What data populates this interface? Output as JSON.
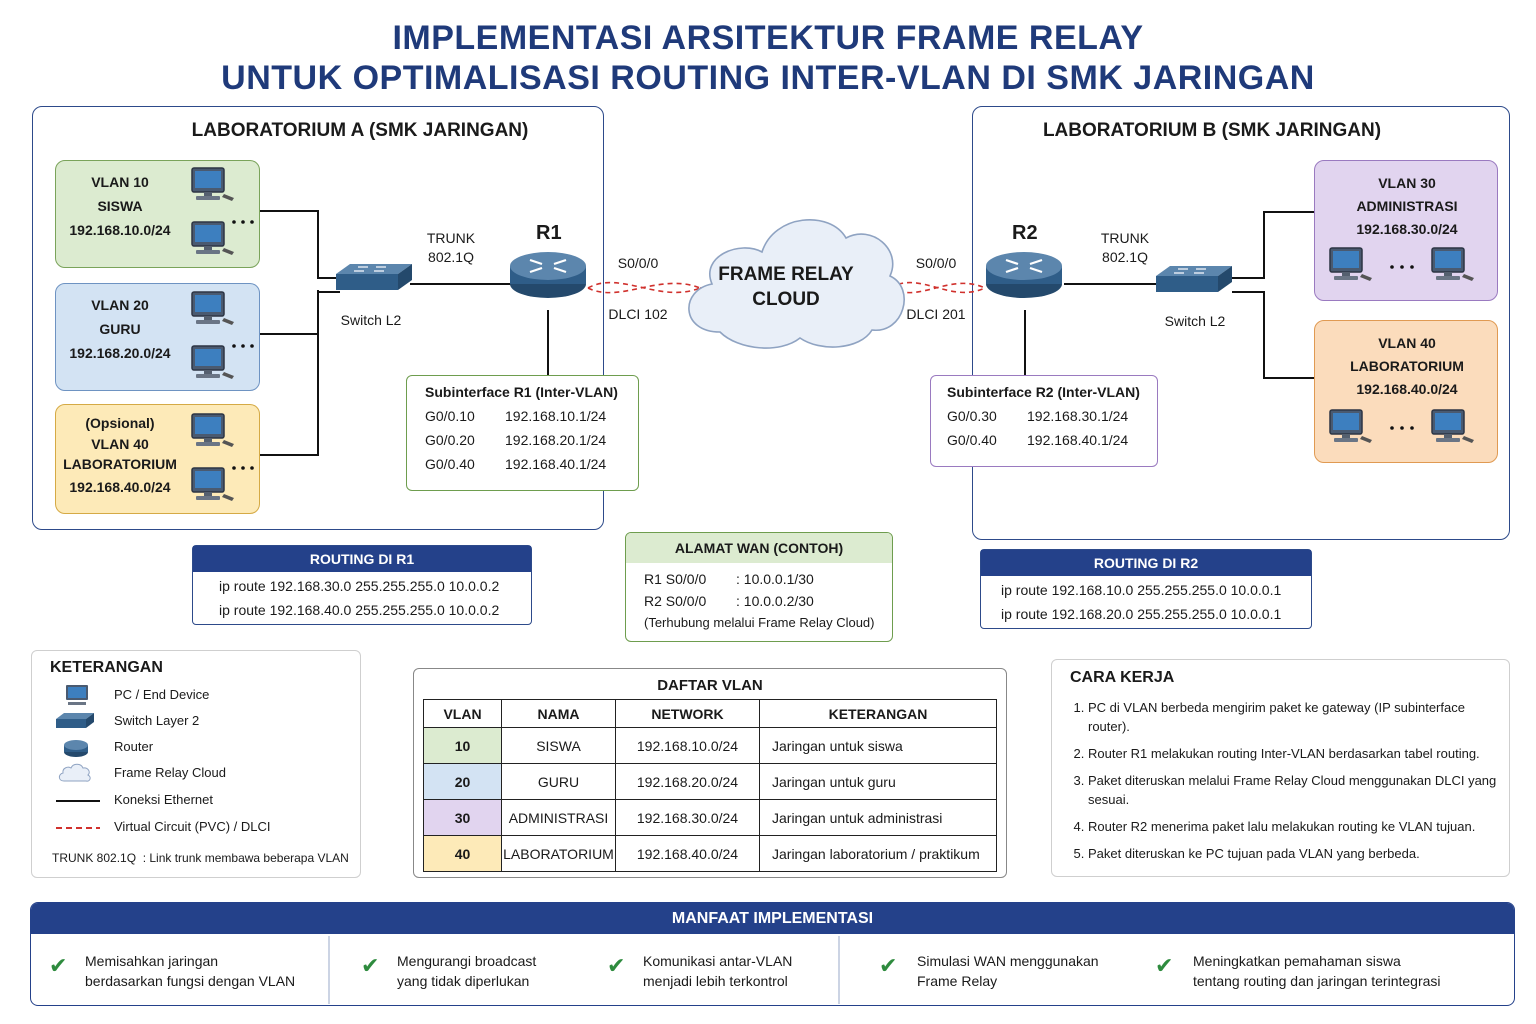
{
  "title": {
    "line1": "IMPLEMENTASI ARSITEKTUR FRAME RELAY",
    "line2": "UNTUK OPTIMALISASI ROUTING INTER-VLAN DI SMK JARINGAN"
  },
  "lab_a": {
    "title": "LABORATORIUM A (SMK JARINGAN)",
    "vlans": [
      {
        "line1": "",
        "name": "VLAN 10",
        "desc": "SISWA",
        "network": "192.168.10.0/24",
        "color": "#dcebd0"
      },
      {
        "line1": "",
        "name": "VLAN 20",
        "desc": "GURU",
        "network": "192.168.20.0/24",
        "color": "#d3e3f3"
      },
      {
        "line1": "(Opsional)",
        "name": "VLAN 40",
        "desc": "LABORATORIUM",
        "network": "192.168.40.0/24",
        "color": "#fdeab8"
      }
    ],
    "switch_label": "Switch L2",
    "trunk_label_1": "TRUNK",
    "trunk_label_2": "802.1Q",
    "router_name": "R1",
    "serial": "S0/0/0",
    "dlci": "DLCI 102",
    "subinterface": {
      "title": "Subinterface R1 (Inter-VLAN)",
      "rows": [
        {
          "if": "G0/0.10",
          "ip": "192.168.10.1/24"
        },
        {
          "if": "G0/0.20",
          "ip": "192.168.20.1/24"
        },
        {
          "if": "G0/0.40",
          "ip": "192.168.40.1/24"
        }
      ]
    }
  },
  "cloud": {
    "line1": "FRAME RELAY",
    "line2": "CLOUD"
  },
  "lab_b": {
    "title": "LABORATORIUM B (SMK JARINGAN)",
    "vlans": [
      {
        "name": "VLAN 30",
        "desc": "ADMINISTRASI",
        "network": "192.168.30.0/24",
        "color": "#e1d4ef"
      },
      {
        "name": "VLAN 40",
        "desc": "LABORATORIUM",
        "network": "192.168.40.0/24",
        "color": "#fbdcbc"
      }
    ],
    "switch_label": "Switch L2",
    "trunk_label_1": "TRUNK",
    "trunk_label_2": "802.1Q",
    "router_name": "R2",
    "serial": "S0/0/0",
    "dlci": "DLCI 201",
    "subinterface": {
      "title": "Subinterface R2 (Inter-VLAN)",
      "rows": [
        {
          "if": "G0/0.30",
          "ip": "192.168.30.1/24"
        },
        {
          "if": "G0/0.40",
          "ip": "192.168.40.1/24"
        }
      ]
    }
  },
  "routing_r1": {
    "title": "ROUTING DI R1",
    "rows": [
      "ip route  192.168.30.0 255.255.255.0 10.0.0.2",
      "ip route  192.168.40.0 255.255.255.0 10.0.0.2"
    ]
  },
  "routing_r2": {
    "title": "ROUTING DI R2",
    "rows": [
      "ip route  192.168.10.0 255.255.255.0 10.0.0.1",
      "ip route  192.168.20.0 255.255.255.0 10.0.0.1"
    ]
  },
  "wan": {
    "title": "ALAMAT WAN (CONTOH)",
    "rows": [
      {
        "k": "R1  S0/0/0",
        "v": ": 10.0.0.1/30"
      },
      {
        "k": "R2  S0/0/0",
        "v": ": 10.0.0.2/30"
      }
    ],
    "note": "(Terhubung melalui Frame Relay Cloud)"
  },
  "legend": {
    "title": "KETERANGAN",
    "items": [
      {
        "icon": "pc-icon",
        "label": "PC / End Device"
      },
      {
        "icon": "switch-icon",
        "label": "Switch Layer 2"
      },
      {
        "icon": "router-icon",
        "label": "Router"
      },
      {
        "icon": "cloud-icon",
        "label": "Frame Relay Cloud"
      },
      {
        "icon": "ethernet-line-icon",
        "label": "Koneksi Ethernet"
      },
      {
        "icon": "pvc-dashed-line-icon",
        "label": "Virtual Circuit (PVC) / DLCI"
      }
    ],
    "trunk_key": "TRUNK 802.1Q",
    "trunk_desc": ": Link trunk membawa beberapa VLAN"
  },
  "vlan_table": {
    "title": "DAFTAR VLAN",
    "headers": [
      "VLAN",
      "NAMA",
      "NETWORK",
      "KETERANGAN"
    ],
    "rows": [
      {
        "vlan": "10",
        "nama": "SISWA",
        "network": "192.168.10.0/24",
        "ket": "Jaringan untuk siswa",
        "color": "#dcebd0"
      },
      {
        "vlan": "20",
        "nama": "GURU",
        "network": "192.168.20.0/24",
        "ket": "Jaringan untuk guru",
        "color": "#d3e3f3"
      },
      {
        "vlan": "30",
        "nama": "ADMINISTRASI",
        "network": "192.168.30.0/24",
        "ket": "Jaringan untuk administrasi",
        "color": "#e1d4ef"
      },
      {
        "vlan": "40",
        "nama": "LABORATORIUM",
        "network": "192.168.40.0/24",
        "ket": "Jaringan laboratorium / praktikum",
        "color": "#fdeab8"
      }
    ]
  },
  "cara_kerja": {
    "title": "CARA KERJA",
    "steps": [
      "PC di VLAN berbeda mengirim paket ke gateway (IP subinterface router).",
      "Router R1 melakukan routing Inter-VLAN berdasarkan tabel routing.",
      "Paket diteruskan melalui Frame Relay Cloud menggunakan DLCI yang sesuai.",
      "Router R2 menerima paket lalu melakukan routing ke VLAN tujuan.",
      "Paket diteruskan ke PC tujuan pada VLAN yang berbeda."
    ]
  },
  "manfaat": {
    "title": "MANFAAT IMPLEMENTASI",
    "items": [
      {
        "l1": "Memisahkan jaringan",
        "l2": "berdasarkan fungsi dengan VLAN"
      },
      {
        "l1": "Mengurangi broadcast",
        "l2": "yang tidak diperlukan"
      },
      {
        "l1": "Komunikasi antar-VLAN",
        "l2": "menjadi lebih terkontrol"
      },
      {
        "l1": "Simulasi WAN menggunakan",
        "l2": "Frame Relay"
      },
      {
        "l1": "Meningkatkan pemahaman siswa",
        "l2": "tentang routing dan jaringan terintegrasi"
      }
    ]
  },
  "colors": {
    "accent": "#24418a",
    "title": "#1f3a7a",
    "pvc": "#d0312d",
    "check": "#2e8b3e"
  }
}
